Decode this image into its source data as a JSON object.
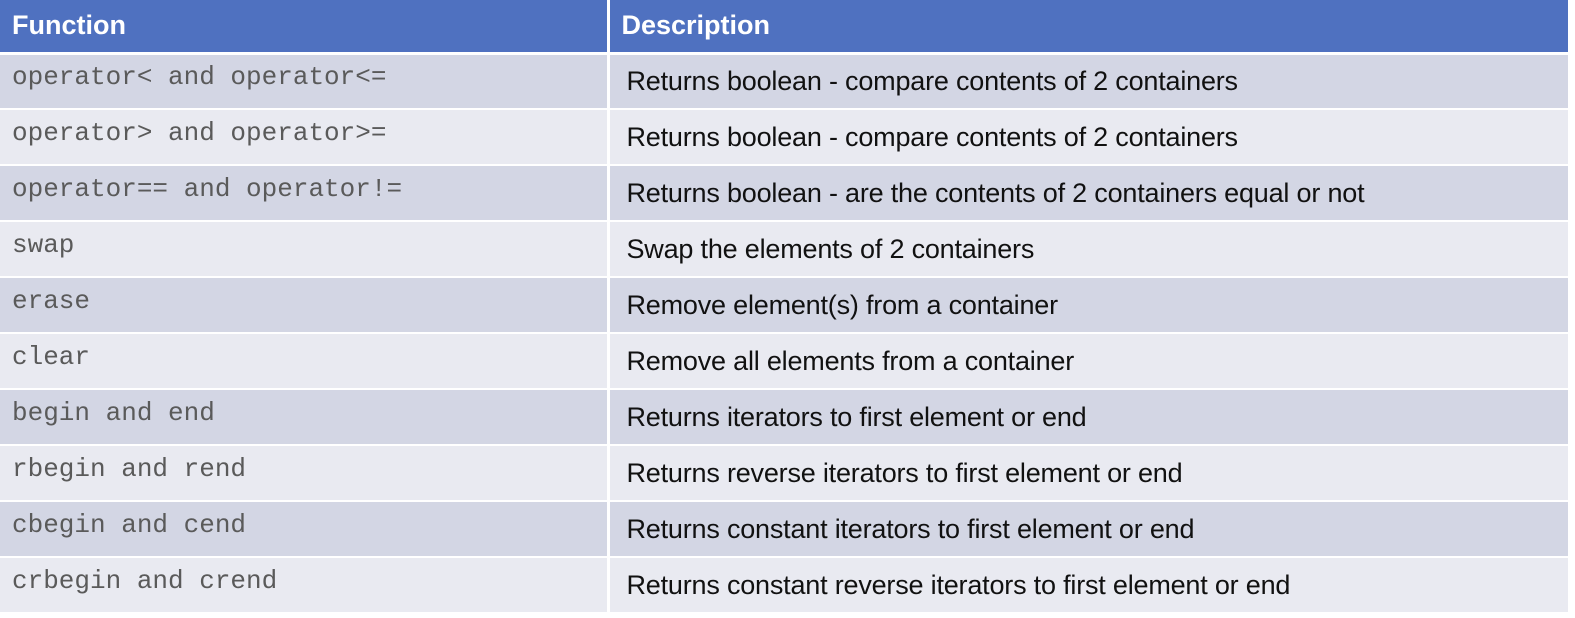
{
  "table": {
    "headers": {
      "function": "Function",
      "description": "Description"
    },
    "rows": [
      {
        "function": "operator< and operator<=",
        "description": "Returns boolean - compare contents of 2 containers"
      },
      {
        "function": "operator> and operator>=",
        "description": "Returns boolean - compare contents of 2 containers"
      },
      {
        "function": "operator== and operator!=",
        "description": "Returns boolean - are the contents of 2 containers equal or not"
      },
      {
        "function": "swap",
        "description": "Swap the elements of 2 containers"
      },
      {
        "function": "erase",
        "description": "Remove element(s) from a container"
      },
      {
        "function": "clear",
        "description": "Remove all elements from a container"
      },
      {
        "function": "begin and end",
        "description": "Returns iterators to first element or end"
      },
      {
        "function": "rbegin and rend",
        "description": "Returns reverse iterators to first element or end"
      },
      {
        "function": "cbegin and cend",
        "description": "Returns constant iterators to first element or end"
      },
      {
        "function": "crbegin and crend",
        "description": "Returns constant reverse iterators to first element or end"
      }
    ]
  },
  "colors": {
    "header_background": "#4f71c0",
    "row_dark": "#d3d6e4",
    "row_light": "#e9eaf1"
  }
}
